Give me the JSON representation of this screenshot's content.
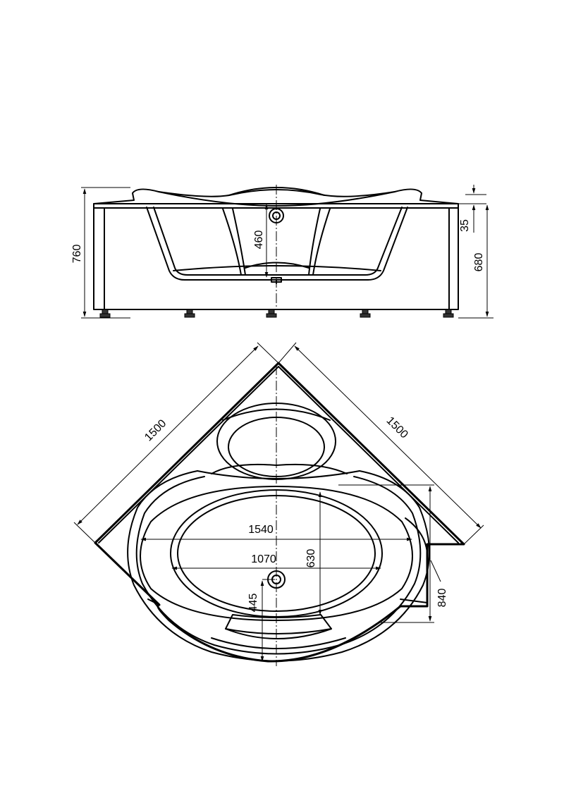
{
  "side_view": {
    "dims": {
      "total_height": "760",
      "inner_depth": "460",
      "rim_offset": "35",
      "panel_height": "680"
    }
  },
  "plan_view": {
    "dims": {
      "side_left": "1500",
      "side_right": "1500",
      "bowl_width": "1540",
      "inner_width": "1070",
      "inner_depth": "630",
      "front_depth": "840",
      "drain_offset": "445"
    }
  }
}
